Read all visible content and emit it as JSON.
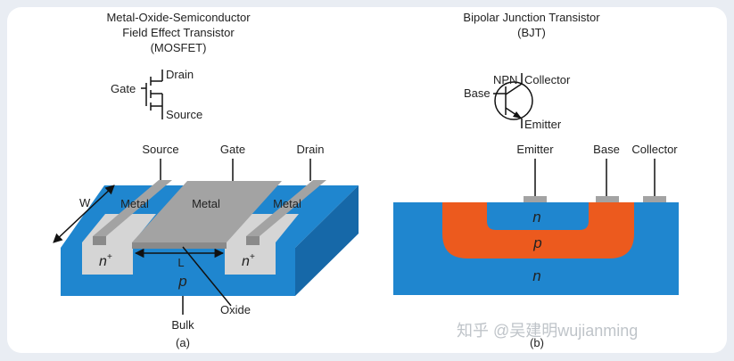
{
  "mosfet": {
    "title_line1": "Metal-Oxide-Semiconductor",
    "title_line2": "Field Effect Transistor",
    "title_line3": "(MOSFET)",
    "symbol_gate": "Gate",
    "symbol_drain": "Drain",
    "symbol_source": "Source",
    "label_source": "Source",
    "label_gate": "Gate",
    "label_drain": "Drain",
    "metal_left": "Metal",
    "metal_center": "Metal",
    "metal_right": "Metal",
    "width_label": "W",
    "length_label": "L",
    "n_plus_left": "n",
    "n_plus_right": "n",
    "plus_sup": "+",
    "p_region": "p",
    "bulk": "Bulk",
    "oxide": "Oxide",
    "caption": "(a)"
  },
  "bjt": {
    "title_line1": "Bipolar Junction Transistor",
    "title_line2": "(BJT)",
    "symbol_npn": "NPN",
    "symbol_collector": "Collector",
    "symbol_base": "Base",
    "symbol_emitter": "Emitter",
    "label_emitter": "Emitter",
    "label_base": "Base",
    "label_collector": "Collector",
    "n_top": "n",
    "p_mid": "p",
    "n_bottom": "n",
    "caption": "(b)"
  },
  "watermark": "知乎 @吴建明wujianming",
  "colors": {
    "substrate": "#1f86cf",
    "substrate_side": "#1668a8",
    "metal": "#a3a3a3",
    "metal_top": "#bcbcbc",
    "n_plus": "#d5d5d5",
    "p_region_bjt": "#ec5a1e",
    "text": "#222222"
  }
}
